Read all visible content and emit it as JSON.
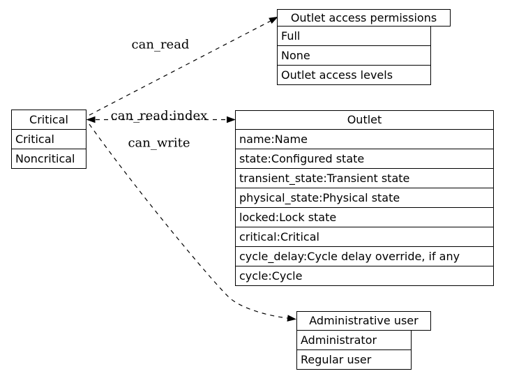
{
  "colors": {
    "background": "#ffffff",
    "stroke": "#000000",
    "text": "#000000"
  },
  "nodes": {
    "permissions": {
      "title": "Outlet access permissions",
      "rows": [
        "Full",
        "None",
        "Outlet access levels"
      ]
    },
    "critical": {
      "title": "Critical",
      "rows": [
        "Critical",
        "Noncritical"
      ]
    },
    "outlet": {
      "title": "Outlet",
      "rows": [
        "name:Name",
        "state:Configured state",
        "transient_state:Transient state",
        "physical_state:Physical state",
        "locked:Lock state",
        "critical:Critical",
        "cycle_delay:Cycle delay override, if any",
        "cycle:Cycle"
      ]
    },
    "admin": {
      "title": "Administrative user",
      "rows": [
        "Administrator",
        "Regular user"
      ]
    }
  },
  "edges": {
    "can_read": {
      "label": "can_read"
    },
    "can_read_index": {
      "label": "can_read:index"
    },
    "can_write": {
      "label": "can_write"
    }
  }
}
